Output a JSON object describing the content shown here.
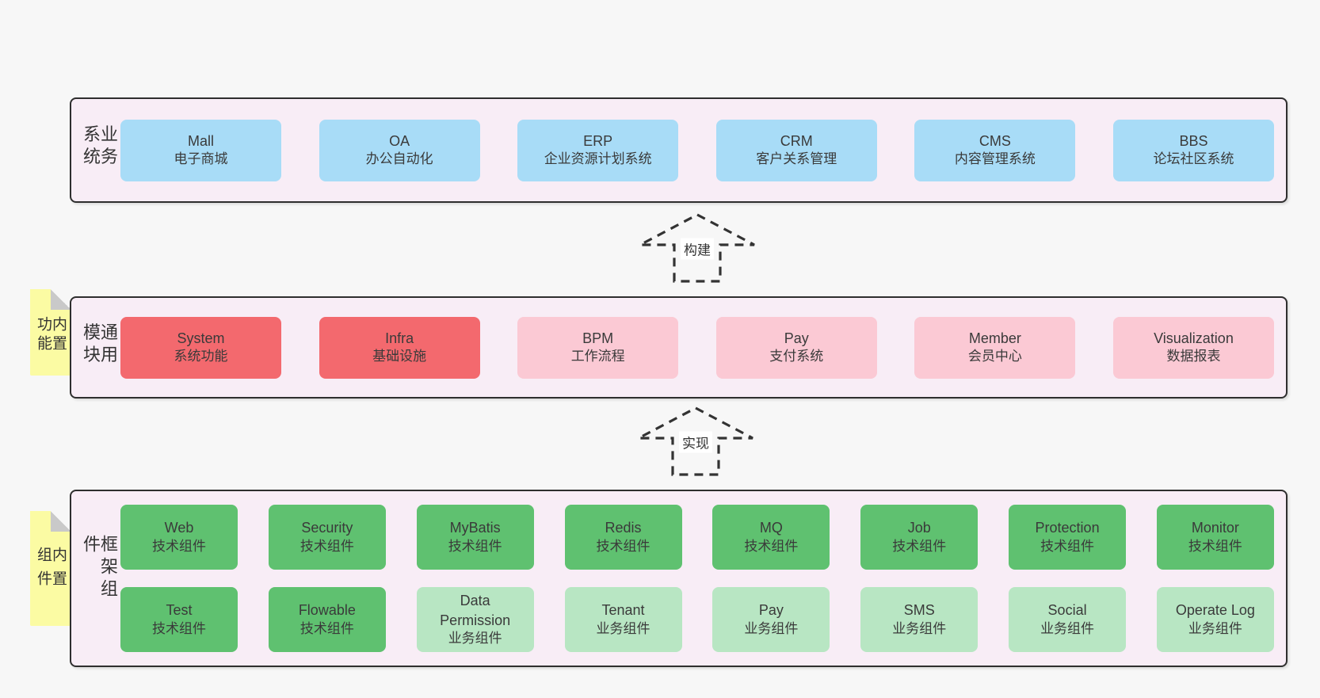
{
  "colors": {
    "page_bg": "#f7f7f7",
    "panel_bg": "#f8edf6",
    "border": "#2e2e2e",
    "blue": "#a8dcf7",
    "red": "#f3696e",
    "pink": "#fbc9d4",
    "green": "#5fc170",
    "light_green": "#b8e6c3",
    "yellow": "#fbfba3"
  },
  "arrows": [
    {
      "label": "构建"
    },
    {
      "label": "实现"
    }
  ],
  "panels": [
    {
      "id": "business-systems",
      "side_label": "业务系统",
      "tag": null,
      "rows": [
        [
          {
            "name": "Mall",
            "desc": "电子商城",
            "color": "blue"
          },
          {
            "name": "OA",
            "desc": "办公自动化",
            "color": "blue"
          },
          {
            "name": "ERP",
            "desc": "企业资源计划系统",
            "color": "blue"
          },
          {
            "name": "CRM",
            "desc": "客户关系管理",
            "color": "blue"
          },
          {
            "name": "CMS",
            "desc": "内容管理系统",
            "color": "blue"
          },
          {
            "name": "BBS",
            "desc": "论坛社区系统",
            "color": "blue"
          }
        ]
      ]
    },
    {
      "id": "common-modules",
      "side_label": "通用模块",
      "tag": "内置功能",
      "rows": [
        [
          {
            "name": "System",
            "desc": "系统功能",
            "color": "red"
          },
          {
            "name": "Infra",
            "desc": "基础设施",
            "color": "red"
          },
          {
            "name": "BPM",
            "desc": "工作流程",
            "color": "pink"
          },
          {
            "name": "Pay",
            "desc": "支付系统",
            "color": "pink"
          },
          {
            "name": "Member",
            "desc": "会员中心",
            "color": "pink"
          },
          {
            "name": "Visualization",
            "desc": "数据报表",
            "color": "pink"
          }
        ]
      ]
    },
    {
      "id": "framework-components",
      "side_label": "框架组件",
      "tag": "内置组件",
      "rows": [
        [
          {
            "name": "Web",
            "desc": "技术组件",
            "color": "green"
          },
          {
            "name": "Security",
            "desc": "技术组件",
            "color": "green"
          },
          {
            "name": "MyBatis",
            "desc": "技术组件",
            "color": "green"
          },
          {
            "name": "Redis",
            "desc": "技术组件",
            "color": "green"
          },
          {
            "name": "MQ",
            "desc": "技术组件",
            "color": "green"
          },
          {
            "name": "Job",
            "desc": "技术组件",
            "color": "green"
          },
          {
            "name": "Protection",
            "desc": "技术组件",
            "color": "green"
          },
          {
            "name": "Monitor",
            "desc": "技术组件",
            "color": "green"
          }
        ],
        [
          {
            "name": "Test",
            "desc": "技术组件",
            "color": "green"
          },
          {
            "name": "Flowable",
            "desc": "技术组件",
            "color": "green"
          },
          {
            "name": "Data Permission",
            "desc": "业务组件",
            "color": "light"
          },
          {
            "name": "Tenant",
            "desc": "业务组件",
            "color": "light"
          },
          {
            "name": "Pay",
            "desc": "业务组件",
            "color": "light"
          },
          {
            "name": "SMS",
            "desc": "业务组件",
            "color": "light"
          },
          {
            "name": "Social",
            "desc": "业务组件",
            "color": "light"
          },
          {
            "name": "Operate Log",
            "desc": "业务组件",
            "color": "light"
          }
        ]
      ]
    }
  ]
}
